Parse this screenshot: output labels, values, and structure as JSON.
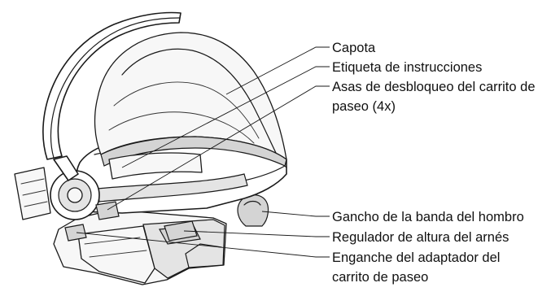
{
  "callouts": {
    "canopy": "Capota",
    "instruction_label": "Etiqueta de instrucciones",
    "stroller_release_handles_line1": "Asas de desbloqueo del carrito de",
    "stroller_release_handles_line2": "paseo (4x)",
    "shoulder_belt_hook": "Gancho de la banda del hombro",
    "harness_height_adjuster": "Regulador de altura del arnés",
    "stroller_adapter_latch_line1": "Enganche del adaptador del",
    "stroller_adapter_latch_line2": "carrito de paseo"
  },
  "colors": {
    "line": "#1a1a1a",
    "shade": "#d4d4d4",
    "background": "#ffffff"
  }
}
